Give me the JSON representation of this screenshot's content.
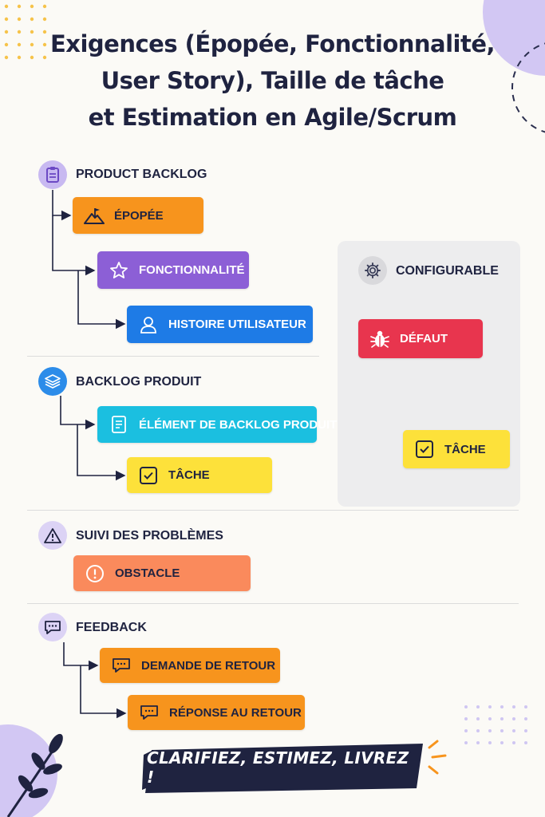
{
  "title": {
    "line1": "Exigences (Épopée, Fonctionnalité,",
    "line2": "User Story), Taille de tâche",
    "line3": "et Estimation en Agile/Scrum"
  },
  "sections": {
    "product_backlog": {
      "label": "PRODUCT BACKLOG",
      "items": [
        "ÉPOPÉE",
        "FONCTIONNALITÉ",
        "HISTOIRE UTILISATEUR"
      ]
    },
    "backlog_produit": {
      "label": "BACKLOG PRODUIT",
      "items": [
        "ÉLÉMENT DE BACKLOG PRODUIT",
        "TÂCHE"
      ]
    },
    "suivi": {
      "label": "SUIVI DES PROBLÈMES",
      "items": [
        "OBSTACLE"
      ]
    },
    "feedback": {
      "label": "FEEDBACK",
      "items": [
        "DEMANDE DE RETOUR",
        "RÉPONSE AU RETOUR"
      ]
    },
    "configurable": {
      "label": "CONFIGURABLE",
      "items": [
        "DÉFAUT",
        "TÂCHE"
      ]
    }
  },
  "slogan": "CLARIFIEZ, ESTIMEZ, LIVREZ !",
  "colors": {
    "navy": "#1f2340",
    "orange": "#f7941d",
    "purple": "#8c5fd6",
    "blue": "#1e7be6",
    "cyan": "#1bbfe0",
    "yellow": "#fde13a",
    "salmon": "#fa8a5c",
    "red": "#e8354e",
    "lavender": "#d9d0f5"
  },
  "icons": [
    "clipboard-icon",
    "mountain-flag-icon",
    "star-icon",
    "user-icon",
    "layers-icon",
    "document-icon",
    "checkbox-icon",
    "warning-icon",
    "alert-circle-icon",
    "chat-icon",
    "gear-icon",
    "bug-icon"
  ]
}
